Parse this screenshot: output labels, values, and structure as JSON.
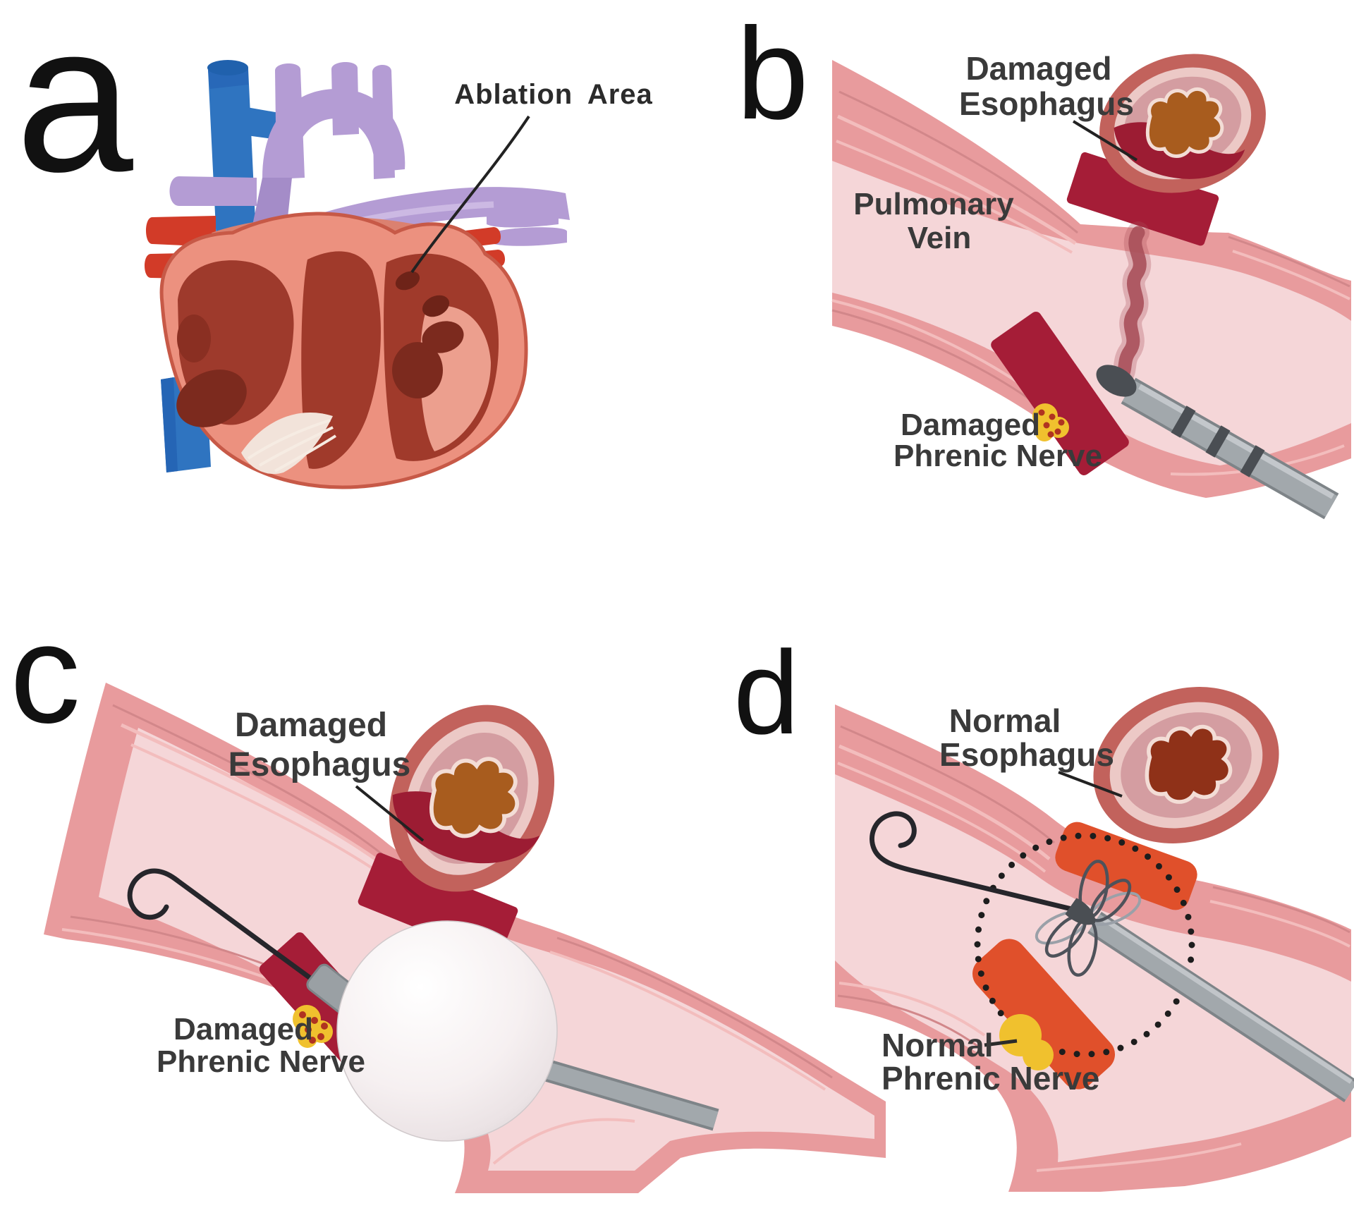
{
  "figure": {
    "type": "medical-illustration",
    "subject": "atrial fibrillation ablation: collateral damage vs normal anatomy",
    "background": "#ffffff"
  },
  "panel_a": {
    "letter": "a",
    "ablation_label": "Ablation Area"
  },
  "panel_b": {
    "letter": "b",
    "esophagus_label": [
      "Damaged",
      "Esophagus"
    ],
    "vein_label": [
      "Pulmonary",
      "Vein"
    ],
    "nerve_label": [
      "Damaged",
      "Phrenic Nerve"
    ]
  },
  "panel_c": {
    "letter": "c",
    "esophagus_label": [
      "Damaged",
      "Esophagus"
    ],
    "nerve_label": [
      "Damaged",
      "Phrenic Nerve"
    ]
  },
  "panel_d": {
    "letter": "d",
    "esophagus_label": [
      "Normal",
      "Esophagus"
    ],
    "nerve_label": [
      "Normal",
      "Phrenic Nerve"
    ]
  },
  "colors": {
    "background": "#ffffff",
    "label_text": "#3a3a3a",
    "panel_letter": "#111111",
    "vein_wall": "#e89b9d",
    "vein_lumen": "#f5d6d8",
    "wall_striation_light": "#f3bdbd",
    "wall_striation_dark": "#d2878a",
    "lesion_damaged": "#a51d37",
    "lesion_normal": "#e0502b",
    "esophagus_outer": "#c2625c",
    "esophagus_ring": "#ecc9c6",
    "esophagus_mid": "#d49da1",
    "esophagus_lumen_damaged": "#a85c1e",
    "esophagus_lumen_normal": "#8f3118",
    "esophagus_damage_pool": "#9c1c33",
    "burn_trail": "#a8505a",
    "catheter_gray": "#a2a8ac",
    "catheter_gray_edge": "#7e8488",
    "catheter_dark": "#4a4e53",
    "balloon_white": "#f6f0f1",
    "nerve_yellow": "#f0c12e",
    "nerve_damage_dot": "#b03320",
    "guidewire": "#26262b",
    "dotted_zone": "#1d1d1d",
    "heart_blue_vessel": "#2f74c0",
    "heart_purple_vessel": "#b49cd4",
    "heart_red_vessel": "#d23b28",
    "heart_outer": "#ec917f",
    "heart_chamber": "#a03a2b",
    "heart_chamber_dark": "#7c2a1e",
    "heart_inner_light": "#ec9f8e",
    "heart_chordae": "#f2e3da"
  }
}
